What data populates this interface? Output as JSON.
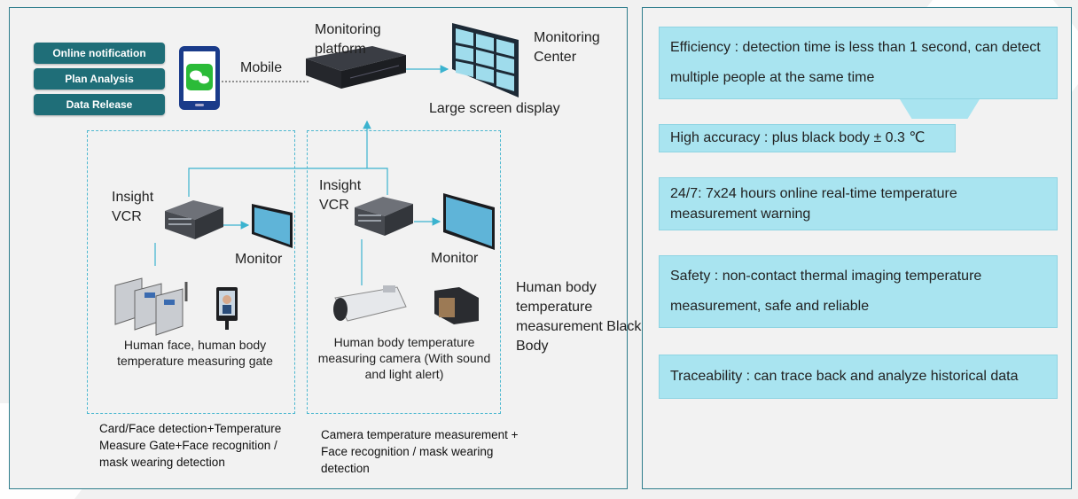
{
  "sidebar": {
    "buttons": [
      "Online notification",
      "Plan Analysis",
      "Data Release"
    ]
  },
  "diagram": {
    "mobile": "Mobile",
    "platform": "Monitoring platform",
    "center": "Monitoring Center",
    "large_screen": "Large screen display",
    "insight_left": "Insight VCR",
    "insight_right": "Insight VCR",
    "monitor_left": "Monitor",
    "monitor_right": "Monitor",
    "gate_caption": "Human face, human body temperature measuring gate",
    "camera_caption": "Human body temperature measuring camera (With sound and light alert)",
    "black_body": "Human body temperature measurement Black Body",
    "left_scenario": "Card/Face detection+Temperature Measure Gate+Face recognition / mask wearing detection",
    "right_scenario": "Camera temperature measurement + Face recognition / mask wearing detection"
  },
  "features": [
    "Efficiency : detection time is less than 1 second, can detect multiple people at the same time",
    "High accuracy : plus black body ± 0.3 ℃",
    "24/7: 7x24 hours online real-time temperature measurement warning",
    "Safety : non-contact thermal imaging temperature measurement, safe and reliable",
    "Traceability : can trace back and analyze historical data"
  ],
  "colors": {
    "panel_border": "#2e7d8c",
    "button_bg": "#1f6e78",
    "feature_bg": "#a9e4f0",
    "connector": "#3bb3cf"
  }
}
